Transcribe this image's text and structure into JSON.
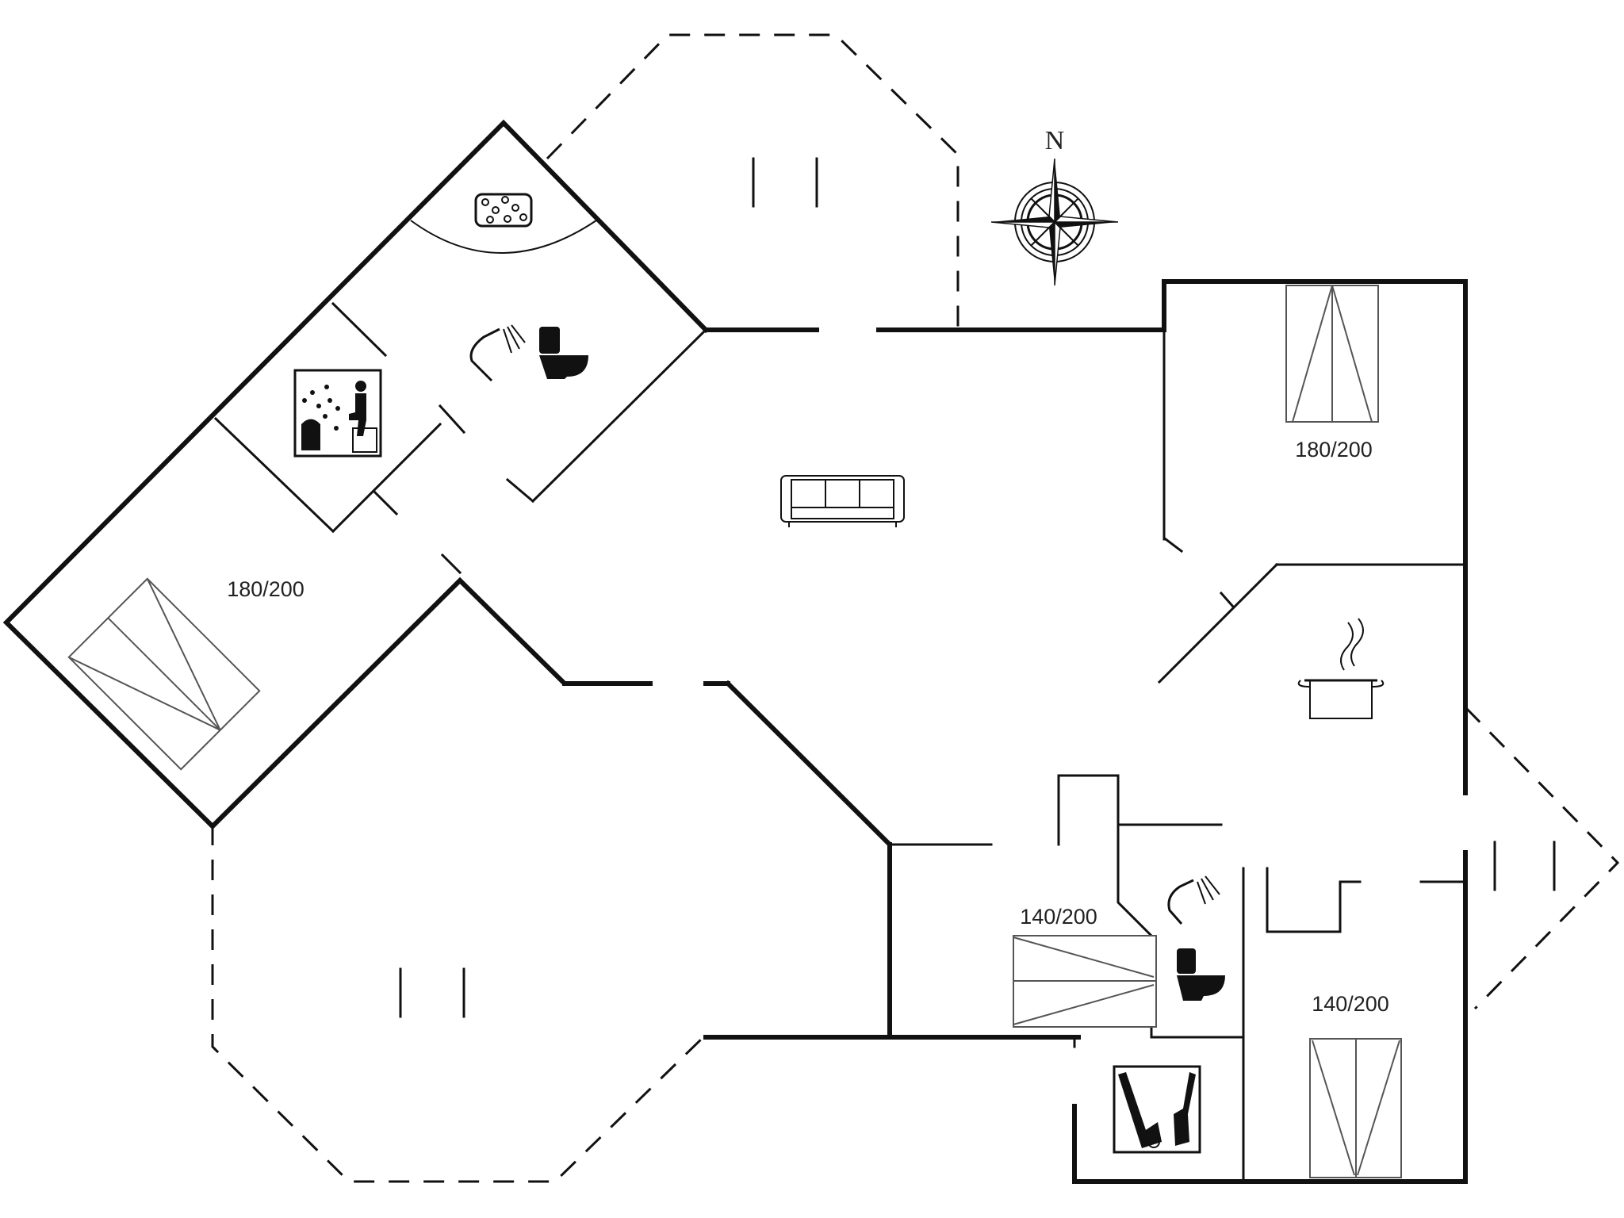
{
  "compass": {
    "north_label": "N"
  },
  "rooms": {
    "bedroom_west": {
      "bed_size": "180/200"
    },
    "bedroom_northeast": {
      "bed_size": "180/200"
    },
    "bedroom_south_middle": {
      "bed_size": "140/200"
    },
    "bedroom_southeast": {
      "bed_size": "140/200"
    }
  },
  "icons": [
    "spa-bath-icon",
    "sauna-icon",
    "shower-icon",
    "toilet-icon",
    "sofa-icon",
    "kitchen-pot-icon",
    "compass-rose-icon",
    "utility-room-icon"
  ],
  "colors": {
    "walls": "#111111",
    "beds": "#555555",
    "background": "#ffffff"
  }
}
